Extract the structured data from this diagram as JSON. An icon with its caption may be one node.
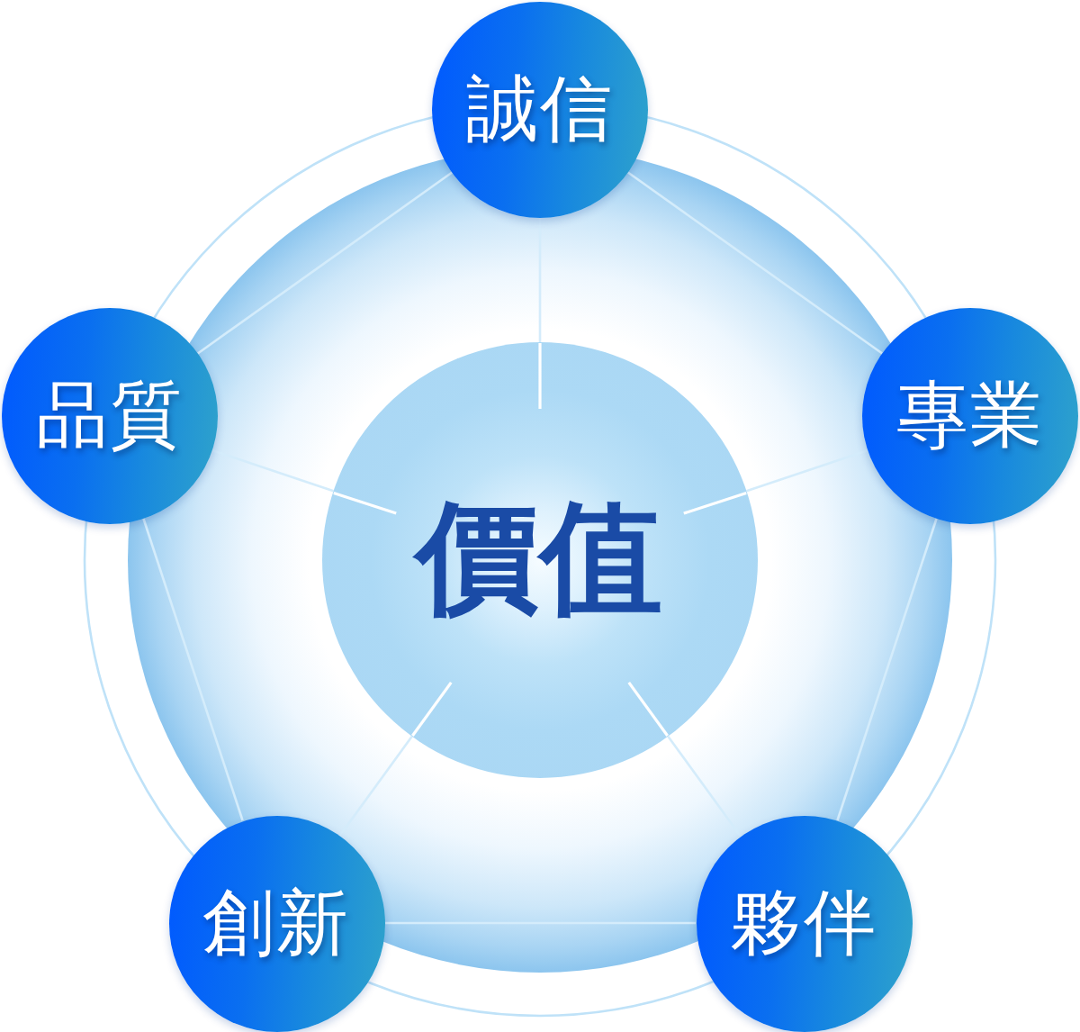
{
  "diagram": {
    "nodes": [
      {
        "text": [
          "價值"
        ]
      },
      {
        "text": [
          "誠信"
        ]
      },
      {
        "text": [
          "專業"
        ]
      },
      {
        "text": [
          "夥伴"
        ]
      },
      {
        "text": [
          "創新"
        ]
      },
      {
        "text": [
          "品質"
        ]
      }
    ],
    "edges": [
      {
        "from": 0,
        "to": 1,
        "arrow": "none"
      },
      {
        "from": 0,
        "to": 2,
        "arrow": "none"
      },
      {
        "from": 0,
        "to": 3,
        "arrow": "none"
      },
      {
        "from": 0,
        "to": 4,
        "arrow": "none"
      },
      {
        "from": 0,
        "to": 5,
        "arrow": "none"
      },
      {
        "from": 1,
        "to": 2,
        "arrow": "none"
      },
      {
        "from": 2,
        "to": 3,
        "arrow": "none"
      },
      {
        "from": 3,
        "to": 4,
        "arrow": "none"
      },
      {
        "from": 4,
        "to": 5,
        "arrow": "none"
      },
      {
        "from": 5,
        "to": 1,
        "arrow": "none"
      }
    ]
  }
}
